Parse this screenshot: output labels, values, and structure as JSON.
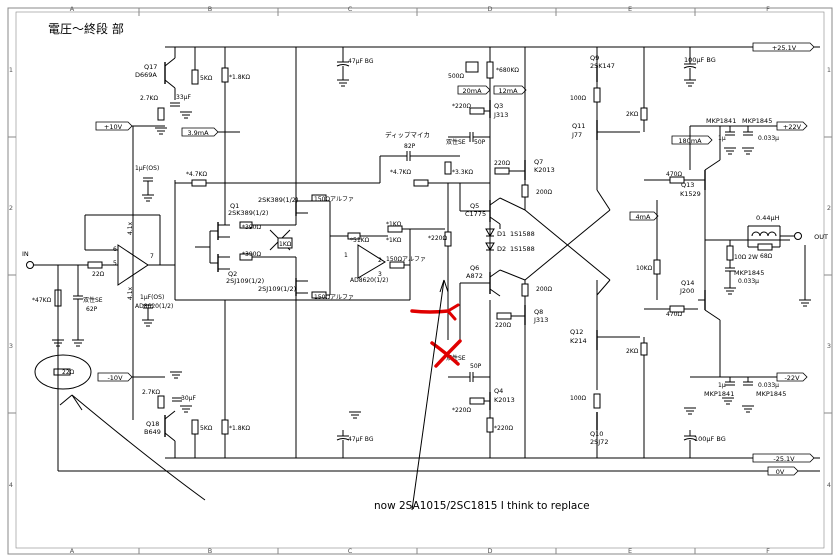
{
  "title": "電圧～終段 部",
  "grid": {
    "cols": [
      "A",
      "B",
      "C",
      "D",
      "E",
      "F"
    ],
    "rows": [
      "1",
      "2",
      "3",
      "4"
    ]
  },
  "rails": {
    "pos_main": "+25.1V",
    "neg_main": "-25.1V",
    "pos_pre": "+10V",
    "neg_pre": "-10V",
    "pos_out": "+22V",
    "neg_out": "-22V",
    "gnd": "0V"
  },
  "currents": {
    "i1": "3.9mA",
    "i2": "20mA",
    "i3": "12mA",
    "i4": "4mA",
    "i5": "180mA"
  },
  "io": {
    "input": "IN",
    "output": "OUT"
  },
  "transistors": {
    "q17": [
      "Q17",
      "D669A"
    ],
    "q18": [
      "Q18",
      "B649"
    ],
    "q1": [
      "Q1",
      "2SK389(1/2)"
    ],
    "q2": [
      "Q2",
      "2SJ109(1/2)"
    ],
    "k389b": "2SK389(1/2)",
    "j109b": "2SJ109(1/2)",
    "q3": [
      "Q3",
      "J313"
    ],
    "q4": [
      "Q4",
      "K2013"
    ],
    "q5": [
      "Q5",
      "C1775"
    ],
    "q6": [
      "Q6",
      "A872"
    ],
    "q7": [
      "Q7",
      "K2013"
    ],
    "q8": [
      "Q8",
      "J313"
    ],
    "q9": [
      "Q9",
      "2SK147"
    ],
    "q10": [
      "Q10",
      "2SJ72"
    ],
    "q11": [
      "Q11",
      "J77"
    ],
    "q12": [
      "Q12",
      "K214"
    ],
    "q13": [
      "Q13",
      "K1529"
    ],
    "q14": [
      "Q14",
      "J200"
    ]
  },
  "diodes": {
    "d1": [
      "D1",
      "1S1588"
    ],
    "d2": [
      "D2",
      "1S1588"
    ]
  },
  "opamps": {
    "u1": "AD8620(1/2)",
    "u1_alt": "AD8620(1/2)",
    "u2": "AD8620(1/2)",
    "u1_side": "4.1x"
  },
  "parts": {
    "r5k_top": "5KΩ",
    "r18_top": "*1.8KΩ",
    "r27_top": "2.7KΩ",
    "c33": "33μF",
    "c47_top": "47μF  BG",
    "r500": "500Ω",
    "r680": "*680KΩ",
    "r220_q3": "*220Ω",
    "c_hsj_top": "双性SE",
    "c50p_top": "50P",
    "r100_top": "100Ω",
    "r2k_top": "2KΩ",
    "c100_top": "100μF  BG",
    "cap_dip": "ディップマイカ",
    "c82p": "82P",
    "r47k_fb": "*4.7KΩ",
    "r33k": "*3.3KΩ",
    "r47k_l": "*4.7KΩ",
    "r1uf_os": "1μF(OS)",
    "r150_1": "150Ωアルファ",
    "r390_1": "*390Ω",
    "r1k_pot": "1KΩ",
    "r390_2": "*390Ω",
    "r150_2": "150Ωアルファ",
    "r51k": "*51KΩ",
    "r1k_a": "*1KΩ",
    "r1k_b": "*1KΩ",
    "r150_3": "150Ωアルファ",
    "r220_mid": "*220Ω",
    "r220_q7": "220Ω",
    "r200_a": "200Ω",
    "r200_b": "200Ω",
    "r220_q8": "220Ω",
    "r470_a": "470Ω",
    "r470_b": "470Ω",
    "r10k": "10KΩ",
    "l044": "0.44μH",
    "r68": "68Ω",
    "r10_2w": "10Ω   2W",
    "mkp1845_a": "MKP1845",
    "c0033_a": "0.033μ",
    "mkp1841_t": "MKP1841",
    "mkp1845_t": "MKP1845",
    "c1u_t": "1μ",
    "c0033_t": "0.033μ",
    "mkp1841_b": "MKP1841",
    "mkp1845_b": "MKP1845",
    "c1u_b": "1μ",
    "c0033_b": "0.033μ",
    "r22_in": "22Ω",
    "r47k_in": "*47KΩ",
    "c_hsj_in": "双性SE",
    "c62p": "62P",
    "c1u_os_b": "1μF(OS)",
    "r27_bot": "2.7KΩ",
    "c30": "30μF",
    "r5k_bot": "5KΩ",
    "r18_bot": "*1.8KΩ",
    "c47_bot": "47μF  BG",
    "c_hsj_bot": "双性SE",
    "c50p_bot": "50P",
    "r220_q4": "*220Ω",
    "r220_q4b": "*220Ω",
    "r100_bot": "100Ω",
    "r2k_bot": "2KΩ",
    "c100_bot": "100μF  BG",
    "r22_circled": "22Ω"
  },
  "annotation": "now 2SA1015/2SC1815 I think to replace",
  "colors": {
    "annotation": "#e00000",
    "wire": "#000000"
  }
}
